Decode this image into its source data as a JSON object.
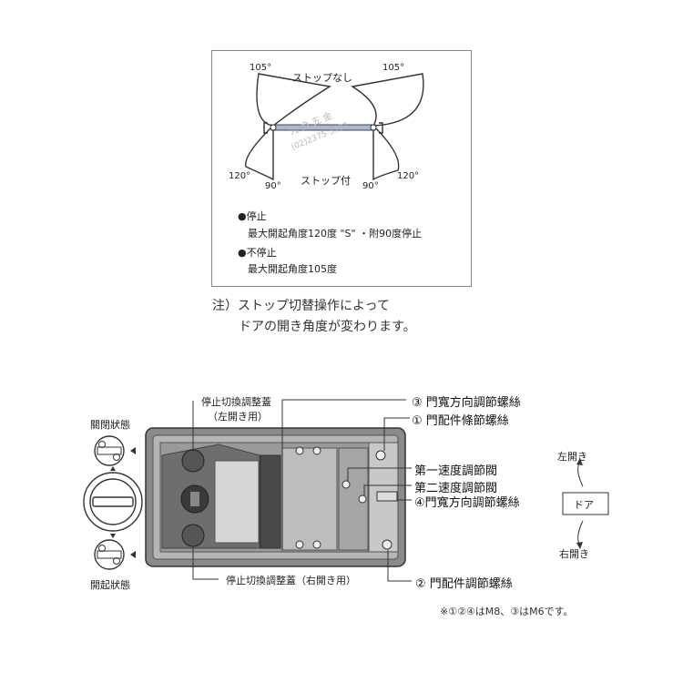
{
  "top_diagram": {
    "angle_105_left": "105°",
    "angle_105_right": "105°",
    "label_no_stop": "ストップなし",
    "label_with_stop": "ストップ付",
    "angle_120_left": "120°",
    "angle_120_right": "120°",
    "angle_90_left": "90°",
    "angle_90_right": "90°",
    "watermark_line1": "九 金 五 金",
    "watermark_line2": "(02)2375-3791",
    "stop_title": "●停止",
    "stop_desc": "最大開起角度120度 \"S\" ・附90度停止",
    "nostop_title": "●不停止",
    "nostop_desc": "最大開起角度105度"
  },
  "note": {
    "line1": "注）ストップ切替操作によって",
    "line2": "ドアの開き角度が変わります。"
  },
  "bottom_diagram": {
    "left_label_closed": "關閉狀態",
    "left_label_open": "開起狀態",
    "callout_stop_left_line1": "停止切換調整蓋",
    "callout_stop_left_line2": "（左開き用）",
    "callout_stop_right": "停止切換調整蓋（右開き用）",
    "callout_3": "③ 門寬方向調節螺絲",
    "callout_1": "① 門配件條節螺絲",
    "callout_speed1": "第一速度調節閥",
    "callout_speed2": "第二速度調節閥",
    "callout_4": "④門寬方向調節螺絲",
    "callout_2": "② 門配件調節螺絲",
    "door_left_open": "左開き",
    "door_label": "ドア",
    "door_right_open": "右開き",
    "footnote": "※①②④はM8、③はM6です。"
  }
}
